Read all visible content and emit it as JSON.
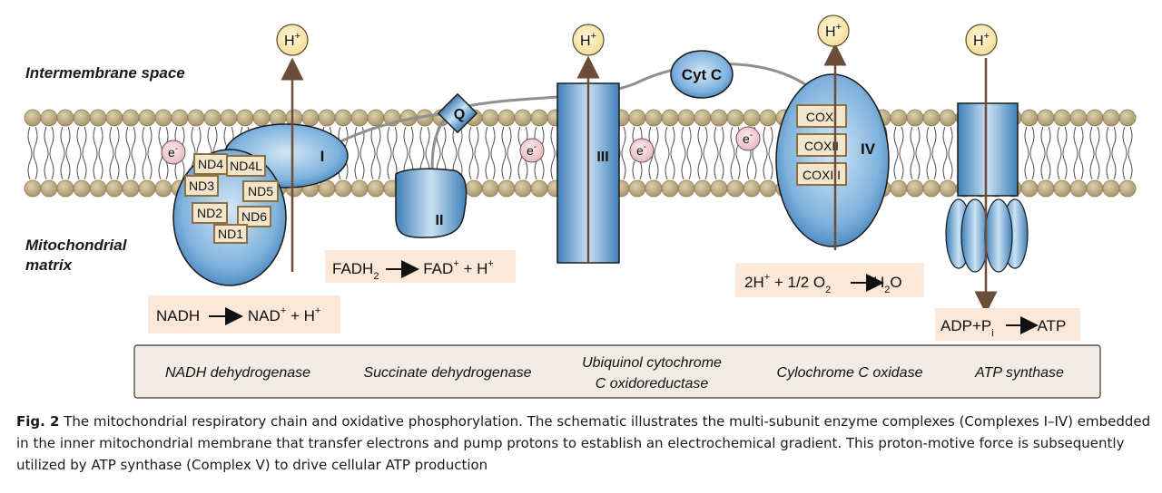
{
  "regions": {
    "intermembrane": "Intermembrane space",
    "matrix_line1": "Mitochondrial",
    "matrix_line2": "matrix"
  },
  "proton": {
    "base": "H",
    "sup": "+"
  },
  "electron": {
    "base": "e",
    "sup": "-"
  },
  "complex_I": {
    "label": "I",
    "subunits": [
      "ND4",
      "ND4L",
      "ND3",
      "ND5",
      "ND2",
      "ND6",
      "ND1"
    ]
  },
  "complex_II": {
    "label": "II"
  },
  "quinone": {
    "label": "Q"
  },
  "complex_III": {
    "label": "III"
  },
  "cytc": {
    "label": "Cyt C"
  },
  "complex_IV": {
    "label": "IV",
    "subunits": [
      "COXI",
      "COXII",
      "COXIII"
    ]
  },
  "reactions": {
    "nadh": {
      "a": "NADH",
      "b": "NAD",
      "b_sup": "+",
      "c": "+ H",
      "c_sup": "+"
    },
    "fadh": {
      "a": "FADH",
      "a_sub": "2",
      "b": "FAD",
      "b_sup": "+",
      "c": "+ H",
      "c_sup": "+"
    },
    "o2": {
      "a": "2H",
      "a_sup": "+",
      "b": "+ 1/2 O",
      "b_sub": "2",
      "c": "H",
      "c_sub": "2",
      "d": "O"
    },
    "atp": {
      "a": "ADP+P",
      "a_sub": "i",
      "b": "ATP"
    }
  },
  "legend": {
    "complex_I": "NADH dehydrogenase",
    "complex_II": "Succinate dehydrogenase",
    "complex_III_line1": "Ubiquinol cytochrome",
    "complex_III_line2": "C oxidoreductase",
    "complex_IV": "Cylochrome C oxidase",
    "complex_V": "ATP synthase"
  },
  "caption": {
    "label": "Fig. 2",
    "text": "The mitochondrial respiratory chain and oxidative phosphorylation. The schematic illustrates the multi-subunit enzyme complexes (Complexes I–IV) embedded in the inner mitochondrial membrane that transfer electrons and pump protons to establish an electrochemical gradient. This proton-motive force is subsequently utilized by ATP synthase (Complex V) to drive cellular ATP production"
  },
  "colors": {
    "lipid_head": "#c9b98f",
    "protein_light": "#b9d7ee",
    "protein_dark": "#3f7fb8",
    "proton_fill": "#fbefc4",
    "electron_fill": "#f3d6da",
    "reaction_bg": "#fbe8d8",
    "legend_bg": "#f2ebe6",
    "arrow": "#6b4d3a"
  }
}
